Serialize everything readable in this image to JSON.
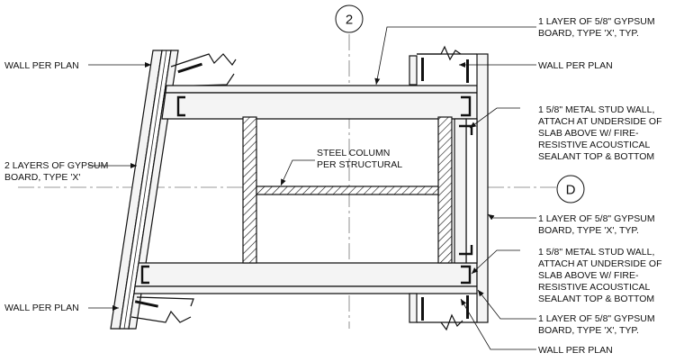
{
  "grid_bubbles": {
    "column": "2",
    "row": "D"
  },
  "labels": {
    "wall_per_plan_left_top": "WALL PER PLAN",
    "two_layers_gypsum": [
      "2 LAYERS OF GYPSUM",
      "BOARD, TYPE 'X'"
    ],
    "wall_per_plan_left_bottom": "WALL PER PLAN",
    "steel_column": [
      "STEEL COLUMN",
      "PER STRUCTURAL"
    ],
    "gypsum_top_right": [
      "1 LAYER OF 5/8\" GYPSUM",
      "BOARD, TYPE 'X', TYP."
    ],
    "wall_per_plan_right_top": "WALL PER PLAN",
    "stud_wall_upper": [
      "1 5/8\" METAL STUD WALL,",
      "ATTACH AT UNDERSIDE OF",
      "SLAB ABOVE W/ FIRE-",
      "RESISTIVE ACOUSTICAL",
      "SEALANT TOP & BOTTOM"
    ],
    "gypsum_right_middle": [
      "1 LAYER OF 5/8\" GYPSUM",
      "BOARD, TYPE 'X', TYP."
    ],
    "stud_wall_lower": [
      "1 5/8\" METAL STUD WALL,",
      "ATTACH AT UNDERSIDE OF",
      "SLAB ABOVE W/ FIRE-",
      "RESISTIVE ACOUSTICAL",
      "SEALANT TOP & BOTTOM"
    ],
    "gypsum_bottom_right": [
      "1 LAYER OF 5/8\" GYPSUM",
      "BOARD, TYPE 'X', TYP."
    ],
    "wall_per_plan_right_bottom": "WALL PER PLAN"
  }
}
